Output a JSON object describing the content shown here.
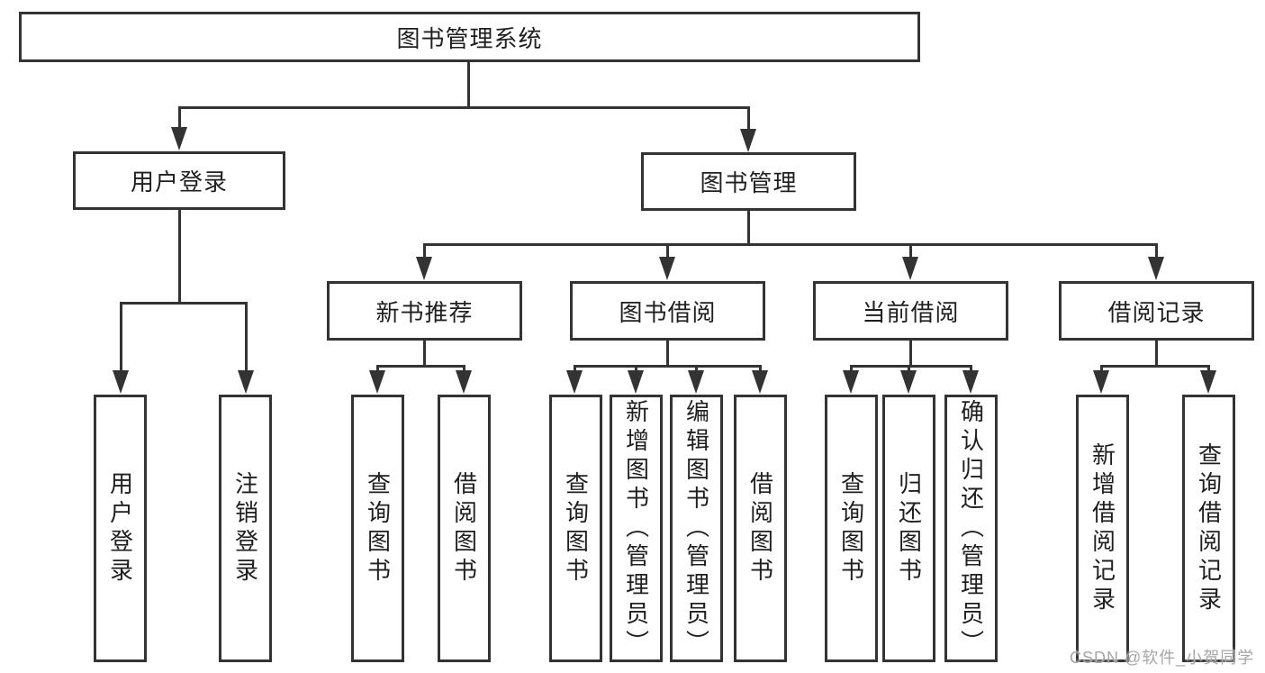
{
  "colors": {
    "line": "#333333",
    "background": "#ffffff",
    "watermark": "#a6a6a6"
  },
  "watermark": {
    "text": "CSDN @软件_小贺同学"
  },
  "tree": {
    "label": "图书管理系统",
    "children": [
      {
        "label": "用户登录",
        "children": [
          {
            "label": "用户登录"
          },
          {
            "label": "注销登录"
          }
        ]
      },
      {
        "label": "图书管理",
        "children": [
          {
            "label": "新书推荐",
            "children": [
              {
                "label": "查询图书"
              },
              {
                "label": "借阅图书"
              }
            ]
          },
          {
            "label": "图书借阅",
            "children": [
              {
                "label": "查询图书"
              },
              {
                "label": "新增图书（管理员）"
              },
              {
                "label": "编辑图书（管理员）"
              },
              {
                "label": "借阅图书"
              }
            ]
          },
          {
            "label": "当前借阅",
            "children": [
              {
                "label": "查询图书"
              },
              {
                "label": "归还图书"
              },
              {
                "label": "确认归还（管理员）"
              }
            ]
          },
          {
            "label": "借阅记录",
            "children": [
              {
                "label": "新增借阅记录"
              },
              {
                "label": "查询借阅记录"
              }
            ]
          }
        ]
      }
    ]
  }
}
